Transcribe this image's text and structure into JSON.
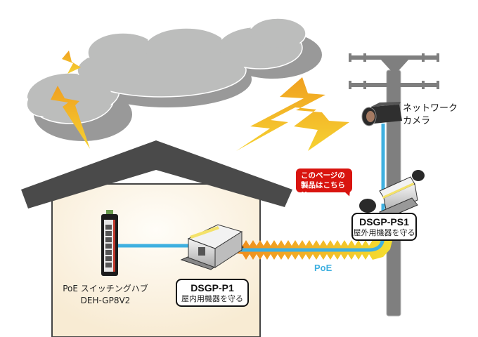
{
  "diagram": {
    "title": "PoE surge protection setup",
    "nodes": {
      "camera": {
        "label_line1": "ネットワーク",
        "label_line2": "カメラ"
      },
      "switch": {
        "label_line1": "PoE スイッチングハブ",
        "label_line2": "DEH-GP8V2"
      },
      "indoor_protector": {
        "model": "DSGP-P1",
        "description": "屋内用機器を守る"
      },
      "outdoor_protector": {
        "model": "DSGP-PS1",
        "description": "屋外用機器を守る"
      }
    },
    "connection": {
      "label": "PoE"
    },
    "callout": {
      "line1": "このページの",
      "line2": "製品はこちら !!"
    },
    "colors": {
      "cable": "#3fb0e0",
      "callout": "#d9140f",
      "lightning": "#f2b51e",
      "cloud": "#bcbdbc",
      "roof": "#4a4a4a",
      "pole": "#7f7f7f"
    }
  }
}
